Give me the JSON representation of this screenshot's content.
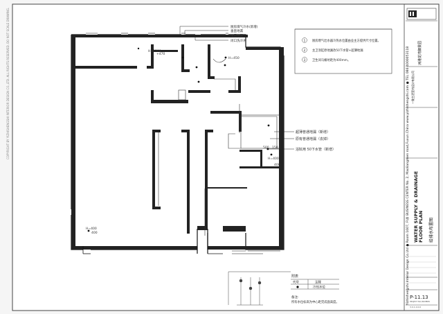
{
  "left_margin_copyright": "COPYRIGHT BY YIZHISHENGSHI INTERIOR DESIGN CO.,LTD. ALL RIGHTS RESERVED. DO NOT SCALE DRAWING.",
  "notes": [
    {
      "num": "1",
      "text": "厨房燃气灶水器冷热水位置由业主方提供尺寸位置。"
    },
    {
      "num": "2",
      "text": "主卫浴缸原地漏改50下水管+超薄地漏"
    },
    {
      "num": "3",
      "text": "卫生间马桶坑距为400mm。"
    }
  ],
  "callouts_top": [
    "厨房煤气冷水(新增)",
    "垂直地漏",
    "净用地漏",
    "闭口洗冷水"
  ],
  "callouts_right": [
    "超薄普通地漏（新增）",
    "原有普通地漏（去掉）",
    "浴缸用 50下水管（新增）"
  ],
  "dims": {
    "h1300": "H=1300",
    "h470": "+470",
    "h450": "H=450",
    "h400a": "H=400",
    "h400b": "400",
    "h400c": "H=400",
    "h400d": "400",
    "dim_a": "500",
    "dim_b": "150"
  },
  "legend": {
    "title": "附表",
    "col1": "代号",
    "col2": "注释",
    "row_desc": "冷热水位",
    "remark_label": "备注:",
    "remark_text": "所有水位标高为中心距完成面高度。"
  },
  "title_block": {
    "company_cn": "一致生活室内设计有限公司",
    "address_vertical": "Yizhishengshi Interior Design Co.Ltd  ●  Room 1607, FUJI BUSINESS CENTER No. 2, Maoliangmen road,Fuxun.China  www.yizhishengshi.com  ●  TEL 086 4000053118",
    "project_cn": "洲港龙湾御景园",
    "drawing_title_en": "WATER SUPPLY & DRAINAGE FLOOR PLAN",
    "drawing_title_cn": "给排水布置图",
    "drawing_no": "P-11.13",
    "project_no_label": "PROJECT NO./NUMBER",
    "date": "3.0.1.0.0.0"
  }
}
